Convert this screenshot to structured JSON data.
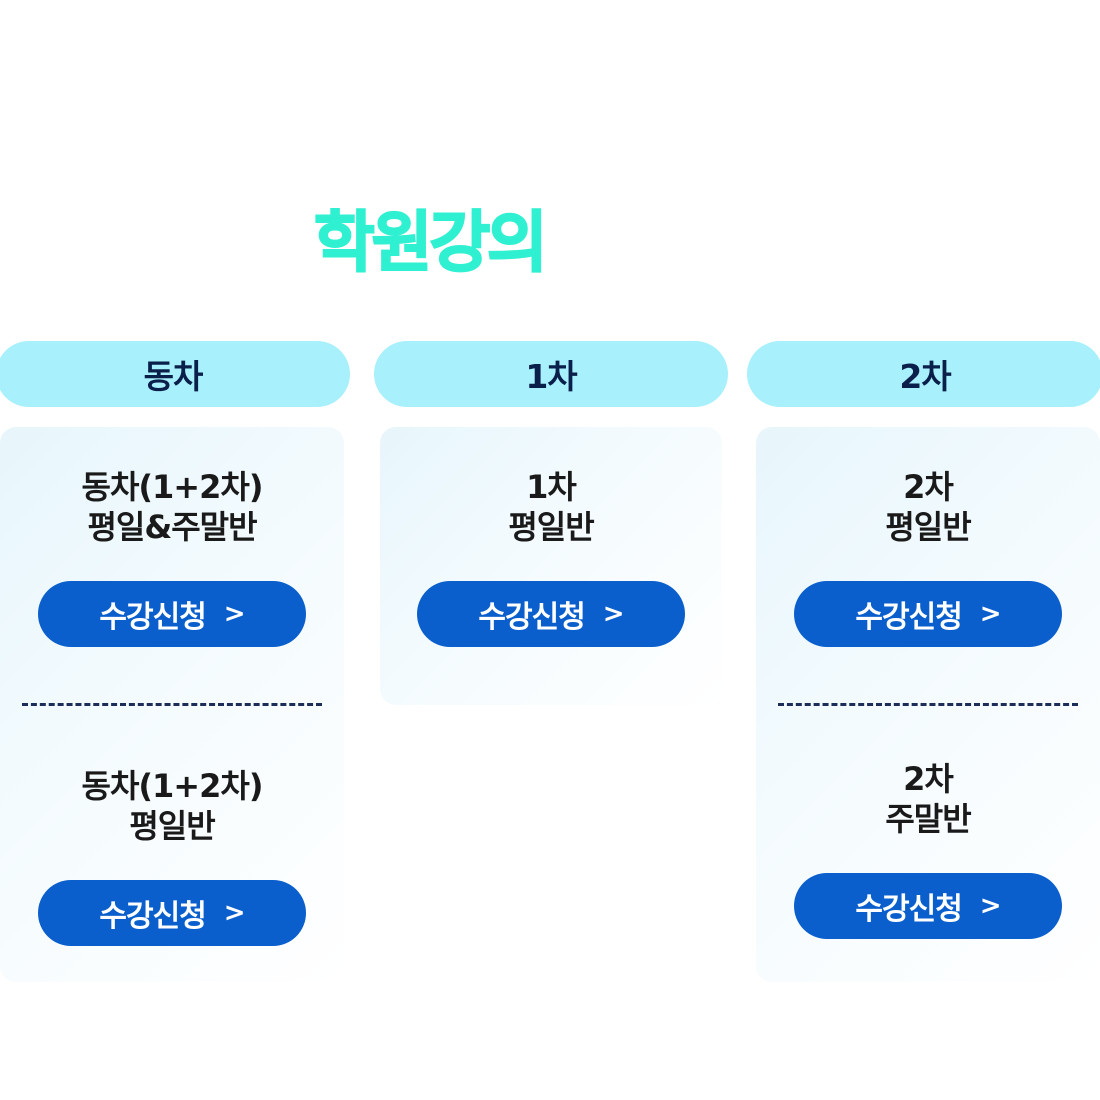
{
  "page": {
    "title": "학원강의"
  },
  "tabs": [
    {
      "label": "동차"
    },
    {
      "label": "1차"
    },
    {
      "label": "2차"
    }
  ],
  "columns": [
    {
      "courses": [
        {
          "title_line1": "동차(1+2차)",
          "title_line2": "평일&주말반",
          "button_label": "수강신청"
        },
        {
          "title_line1": "동차(1+2차)",
          "title_line2": "평일반",
          "button_label": "수강신청"
        }
      ]
    },
    {
      "courses": [
        {
          "title_line1": "1차",
          "title_line2": "평일반",
          "button_label": "수강신청"
        }
      ]
    },
    {
      "courses": [
        {
          "title_line1": "2차",
          "title_line2": "평일반",
          "button_label": "수강신청"
        },
        {
          "title_line1": "2차",
          "title_line2": "주말반",
          "button_label": "수강신청"
        }
      ]
    }
  ],
  "icons": {
    "button_chevron": ">"
  },
  "colors": {
    "title_accent": "#2ff0d0",
    "tab_background": "#a8f0fb",
    "button_background": "#0a5fcc",
    "divider": "#1c2d5a"
  }
}
